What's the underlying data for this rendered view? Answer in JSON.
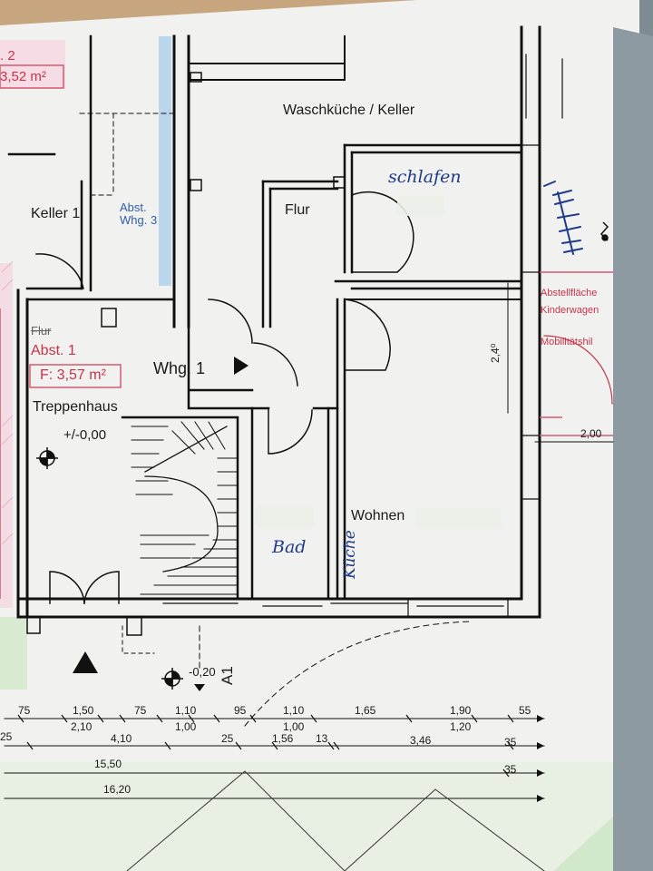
{
  "rooms": {
    "waschkueche": "Waschküche / Keller",
    "keller1": "Keller 1",
    "abst_whg3": "Abst.\nWhg. 3",
    "flur_right": "Flur",
    "flur_left": "Flur",
    "whg1": "Whg. 1",
    "treppenhaus": "Treppenhaus",
    "level": "+/-0,00",
    "wohnen": "Wohnen",
    "level_outside": "-0,20",
    "section": "A1"
  },
  "red_labels": {
    "top_num": ". 2",
    "top_area": "3,52 m²",
    "abst1": "Abst. 1",
    "area1": "F: 3,57 m²",
    "right_note_1": "Abstellfläche",
    "right_note_2": "Kinderwagen",
    "right_note_3": "Mobilitätshil"
  },
  "handwritten": {
    "schlafen": "schlafen",
    "bad": "Bad",
    "kueche": "Küche"
  },
  "dimensions": {
    "height_24": "2,4⁰",
    "width_200": "2,00",
    "row1": [
      "75",
      "1,50",
      "75",
      "1,10",
      "95",
      "1,10",
      "1,65",
      "1,90",
      "55"
    ],
    "row1b": [
      "2,10",
      "1,00",
      "1,00",
      "1,20"
    ],
    "row2": [
      "25",
      "4,10",
      "25",
      "1,56",
      "13",
      "3,46",
      "35"
    ],
    "row3": [
      "15,50",
      "35"
    ],
    "row4": [
      "16,20"
    ]
  },
  "colors": {
    "wall": "#111111",
    "paper": "#f3f4f2",
    "pink": "#c8324a",
    "blue_ink": "#1f3a8a",
    "light_blue": "#b9d6ec",
    "green": "#cfe3c4"
  }
}
